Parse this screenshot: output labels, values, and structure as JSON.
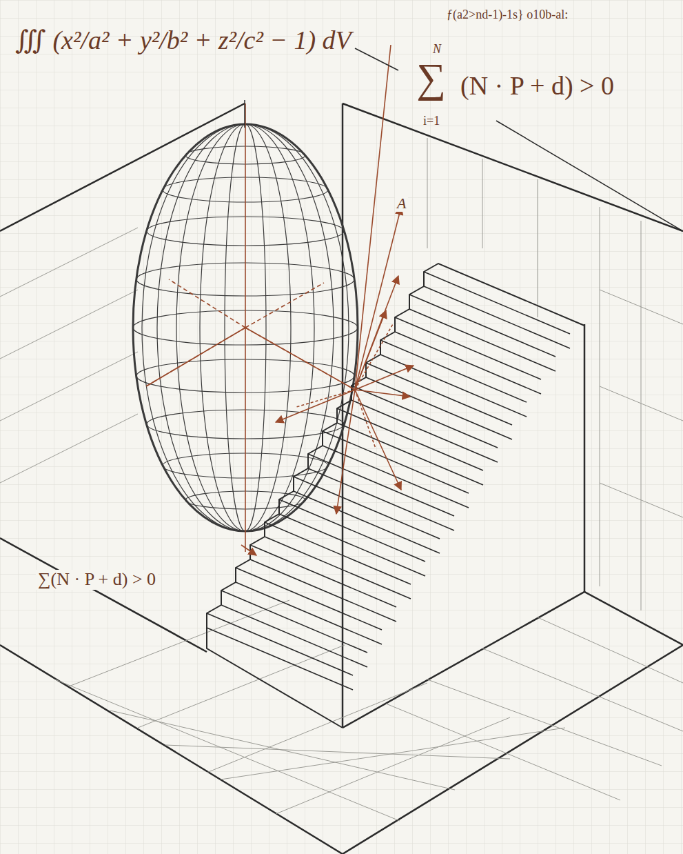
{
  "diagram": {
    "labels": [
      "∭ (x²/a² + y²/b² + z²/c² − 1) dV",
      "ƒ(a2>nd-1)-1s} o10b-al:",
      "N",
      "∑",
      "i=1",
      "(N · P + d) > 0",
      "A",
      "∑(N · P + d) > 0"
    ]
  }
}
